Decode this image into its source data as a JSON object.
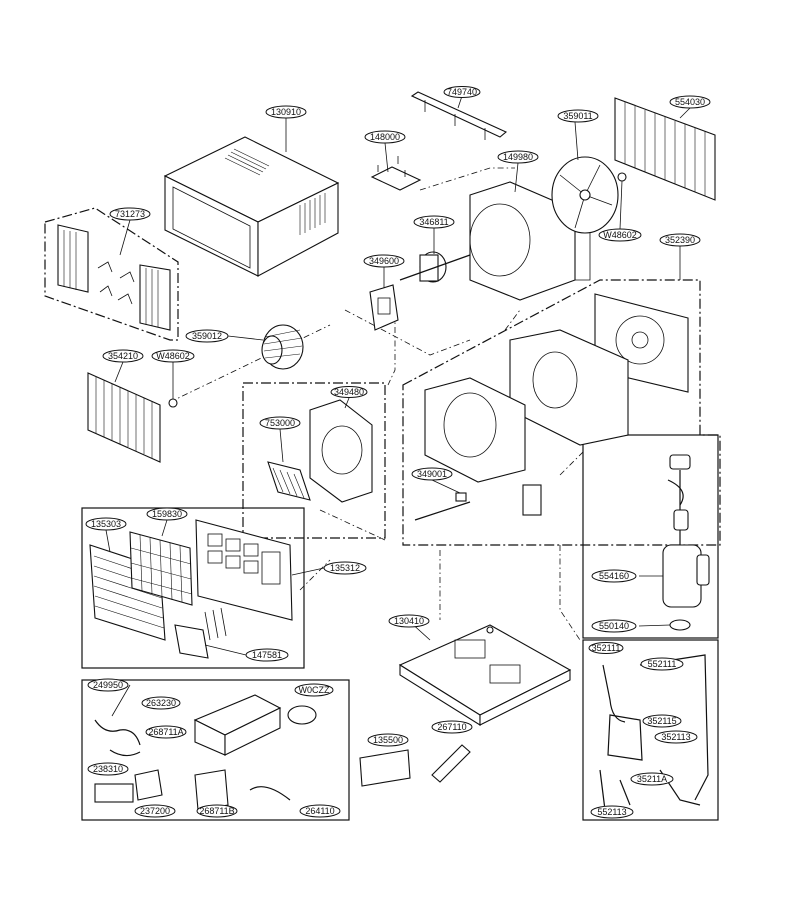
{
  "callouts": {
    "c749740": "749740",
    "c130910": "130910",
    "c148000": "148000",
    "c359011": "359011",
    "c554030": "554030",
    "c149980": "149980",
    "c731273": "731273",
    "c346811": "346811",
    "cW48602a": "W48602",
    "c352390": "352390",
    "c349600": "349600",
    "c359012": "359012",
    "c354210": "354210",
    "cW48602b": "W48602",
    "c349480": "349480",
    "c753000": "753000",
    "c349001": "349001",
    "c135303": "135303",
    "c159830": "159830",
    "c135312": "135312",
    "c554160": "554160",
    "c550140": "550140",
    "c147581": "147581",
    "c130410": "130410",
    "c352111": "352111",
    "c552111": "552111",
    "c352115": "352115",
    "c352113": "352113",
    "c35211A": "35211A",
    "c552113": "552113",
    "c249950": "249950",
    "c263230": "263230",
    "cW0CZZ": "W0CZZ",
    "c268711A": "268711A",
    "c135500": "135500",
    "c267110": "267110",
    "c238310": "238310",
    "c237200": "237200",
    "c268711B": "268711B",
    "c264110": "264110"
  }
}
